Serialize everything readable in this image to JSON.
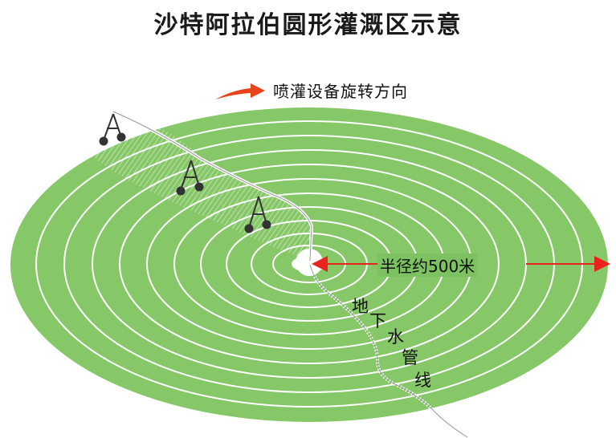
{
  "title": "沙特阿拉伯圆形灌溉区示意",
  "direction_label": "喷灌设备旋转方向",
  "radius_label": "半径约500米",
  "pipe_label_chars": [
    "地",
    "下",
    "水",
    "管",
    "线"
  ],
  "colors": {
    "field": "#86c768",
    "ring": "#ffffff",
    "arrow_orange": "#e8441c",
    "radius_arrow": "#e8221c",
    "sprinkler": "#333333"
  }
}
